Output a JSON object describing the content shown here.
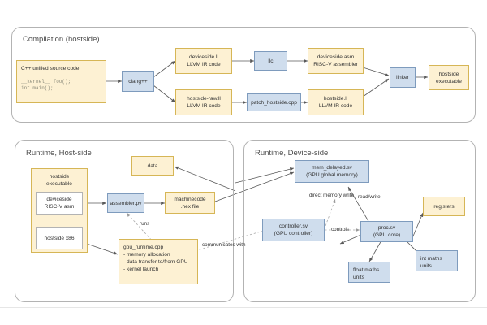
{
  "diagram": {
    "panels": [
      {
        "id": "compilation",
        "title": "Compilation (hostside)"
      },
      {
        "id": "runtime_host",
        "title": "Runtime, Host-side"
      },
      {
        "id": "runtime_device",
        "title": "Runtime, Device-side"
      }
    ],
    "compilation": {
      "source_box": {
        "title": "C++ unified source code",
        "code_line1": "__kernel__ foo();",
        "code_line2": "int main();"
      },
      "clang": "clang++",
      "deviceside_ll_l1": "deviceside.ll",
      "deviceside_ll_l2": "LLVM IR code",
      "llc": "llc",
      "deviceside_asm_l1": "deviceside.asm",
      "deviceside_asm_l2": "RISC-V assembler",
      "hostside_raw_l1": "hostside-raw.ll",
      "hostside_raw_l2": "LLVM IR code",
      "patch_hostside": "patch_hostside.cpp",
      "hostside_ll_l1": "hostside.ll",
      "hostside_ll_l2": "LLVM IR code",
      "linker": "linker",
      "hostside_exe_l1": "hostside",
      "hostside_exe_l2": "executable"
    },
    "runtime_host": {
      "hostside_exe_l1": "hostside",
      "hostside_exe_l2": "executable",
      "deviceside_asm_l1": "deviceside",
      "deviceside_asm_l2": "RISC-V asm",
      "hostside_x86": "hostside x86",
      "data": "data",
      "assembler": "assembler.py",
      "machinecode_l1": "machinecode",
      "machinecode_l2": ".hex file",
      "gpu_runtime_l1": "gpu_runtime.cpp",
      "gpu_runtime_l2": "- memory allocation",
      "gpu_runtime_l3": "- data transfer to/from GPU",
      "gpu_runtime_l4": "- kernel launch",
      "label_runs": "runs",
      "label_communicates": "communicates with"
    },
    "runtime_device": {
      "mem_delayed_l1": "mem_delayed.sv",
      "mem_delayed_l2": "(GPU global memory)",
      "controller_l1": "controller.sv",
      "controller_l2": "(GPU controller)",
      "proc_l1": "proc.sv",
      "proc_l2": "(GPU core)",
      "registers": "registers",
      "float_maths_l1": "float maths",
      "float_maths_l2": "units",
      "int_maths_l1": "int maths",
      "int_maths_l2": "units",
      "label_direct_l1": "direct",
      "label_direct_l2": "memory",
      "label_direct_l3": "write",
      "label_readwrite": "read/write",
      "label_controls": "controls"
    },
    "colors": {
      "yellow_fill": "#fdf1d3",
      "yellow_stroke": "#d6b656",
      "blue_fill": "#cfdded",
      "blue_stroke": "#7e9bbd",
      "panel_stroke": "#b3b3b3",
      "arrow": "#666666",
      "text": "#333333"
    }
  }
}
